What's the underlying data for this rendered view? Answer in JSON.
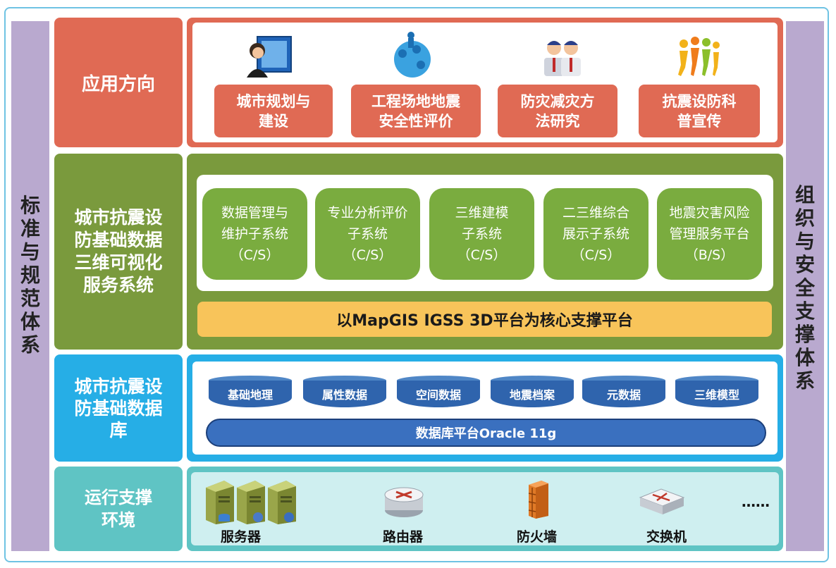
{
  "side_left": [
    "标",
    "准",
    "与",
    "规",
    "范",
    "体",
    "系"
  ],
  "side_right": [
    "组",
    "织",
    "与",
    "安",
    "全",
    "支",
    "撑",
    "体",
    "系"
  ],
  "rows": {
    "application": {
      "label": "应用方向",
      "items": [
        {
          "line1": "城市规划与",
          "line2": "建设"
        },
        {
          "line1": "工程场地地震",
          "line2": "安全性评价"
        },
        {
          "line1": "防灾减灾方",
          "line2": "法研究"
        },
        {
          "line1": "抗震设防科",
          "line2": "普宣传"
        }
      ]
    },
    "system": {
      "label_lines": [
        "城市抗震设",
        "防基础数据",
        "三维可视化",
        "服务系统"
      ],
      "subsystems": [
        {
          "line1": "数据管理与",
          "line2": "维护子系统",
          "line3": "（C/S）"
        },
        {
          "line1": "专业分析评价",
          "line2": "子系统",
          "line3": "（C/S）"
        },
        {
          "line1": "三维建模",
          "line2": "子系统",
          "line3": "（C/S）"
        },
        {
          "line1": "二三维综合",
          "line2": "展示子系统",
          "line3": "（C/S）"
        },
        {
          "line1": "地震灾害风险",
          "line2": "管理服务平台",
          "line3": "（B/S）"
        }
      ],
      "core_platform": "以MapGIS IGSS 3D平台为核心支撑平台"
    },
    "database": {
      "label_lines": [
        "城市抗震设",
        "防基础数据",
        "库"
      ],
      "stores": [
        "基础地理",
        "属性数据",
        "空间数据",
        "地震档案",
        "元数据",
        "三维模型"
      ],
      "platform": "数据库平台Oracle 11g"
    },
    "runtime": {
      "label_lines": [
        "运行支撑",
        "环境"
      ],
      "hardware": [
        "服务器",
        "路由器",
        "防火墙",
        "交换机"
      ],
      "more": "……"
    }
  },
  "colors": {
    "application": "#e06a54",
    "system": "#7a9a3d",
    "subsystem": "#7aac3f",
    "core": "#f8c45a",
    "database": "#26aee6",
    "cylinder": "#2f64ad",
    "runtime": "#5fc4c4",
    "side": "#b9a9cf"
  },
  "icons": [
    "presenter-icon",
    "globe-people-icon",
    "two-people-icon",
    "crowd-icon",
    "server-icon",
    "router-icon",
    "firewall-icon",
    "switch-icon"
  ]
}
